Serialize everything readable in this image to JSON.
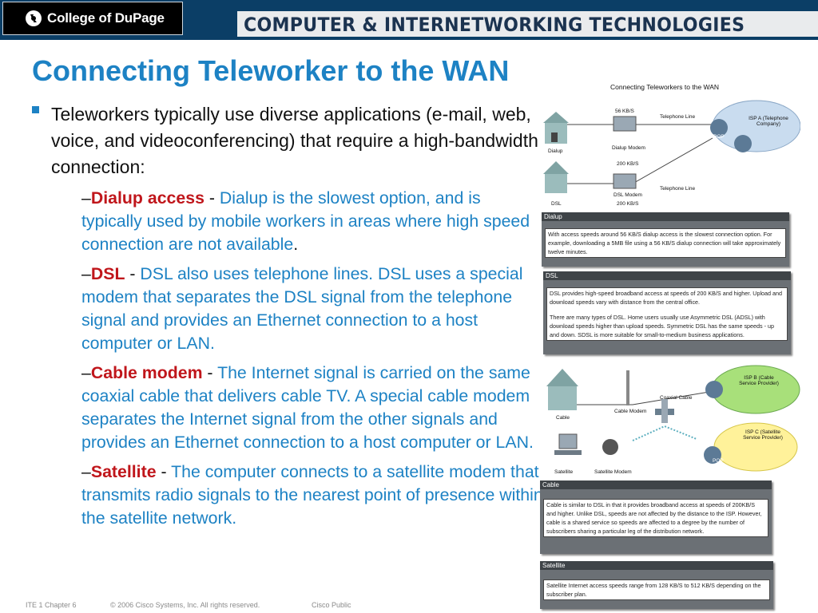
{
  "header": {
    "logo_text": "College of DuPage",
    "banner_text": "COMPUTER & INTERNETWORKING TECHNOLOGIES"
  },
  "slide": {
    "title": "Connecting Teleworker to the WAN",
    "lead": "Teleworkers typically use diverse applications (e-mail, web, voice, and videoconferencing) that require a high-bandwidth connection:",
    "items": [
      {
        "term": "Dialup access",
        "sep": " - ",
        "text": "Dialup is the slowest option, and is typically used by mobile workers in areas where high speed connection are not available",
        "end": "."
      },
      {
        "term": "DSL",
        "sep": " - ",
        "text": "DSL also uses telephone lines. DSL uses a special modem that separates the DSL signal from the telephone signal and provides an Ethernet connection to a host computer or LAN.",
        "end": ""
      },
      {
        "term": "Cable modem",
        "sep": " - ",
        "text": "The Internet signal is carried on the same coaxial cable that delivers cable TV. A special cable modem separates the Internet signal from the other signals and provides an Ethernet connection to a host computer or LAN.",
        "end": ""
      },
      {
        "term": "Satellite",
        "sep": " - ",
        "text": "The computer connects to a satellite modem that transmits radio signals to the nearest point of presence within the satellite network.",
        "end": ""
      }
    ]
  },
  "figure": {
    "caption": "Connecting Teleworkers to the WAN",
    "top_labels": {
      "speed_56": "56 KB/S",
      "telephone_line_1": "Telephone Line",
      "isp_a": "ISP A (Telephone Company)",
      "pop": "POP",
      "dialup": "Dialup",
      "dialup_modem": "Dialup Modem",
      "speed_200": "200 KB/S",
      "dsl": "DSL",
      "dsl_modem": "DSL Modem",
      "dsl_speed": "200 KB/S",
      "telephone_line_2": "Telephone Line"
    },
    "bottom_labels": {
      "isp_b": "ISP B (Cable Service Provider)",
      "coaxial": "Coaxial Cable",
      "cable": "Cable",
      "cable_modem": "Cable Modem",
      "isp_c": "ISP C (Satellite Service Provider)",
      "satellite": "Satellite",
      "satellite_modem": "Satellite Modem",
      "pop": "POP"
    },
    "panels": {
      "dialup": {
        "title": "Dialup",
        "text": "With access speeds around 56 KB/S dialup access is the slowest connection option. For example, downloading a 5MB file using a 56 KB/S dialup connection will take approximately twelve minutes."
      },
      "dsl": {
        "title": "DSL",
        "text1": "DSL provides high-speed broadband access at speeds of 200 KB/S and higher. Upload and download speeds vary with distance from the central office.",
        "text2": "There are many types of DSL. Home users usually use Asymmetric DSL (ADSL) with download speeds higher than upload speeds. Symmetric DSL has the same speeds - up and down. SDSL is more suitable for small-to-medium business applications."
      },
      "cable": {
        "title": "Cable",
        "text": "Cable is similar to DSL in that it provides broadband access at speeds of 200KB/S and higher. Unlike DSL, speeds are not affected by the distance to the ISP. However, cable is a shared service so speeds are affected to a degree by the number of subscribers sharing a particular leg of the distribution network."
      },
      "satellite": {
        "title": "Satellite",
        "text": "Satellite Internet access speeds range from 128 KB/S to 512 KB/S depending on the subscriber plan."
      }
    }
  },
  "footer": {
    "chapter": "ITE 1 Chapter 6",
    "copyright": "© 2006 Cisco Systems, Inc. All rights reserved.",
    "classification": "Cisco Public"
  },
  "colors": {
    "header_bg": "#0b3e66",
    "title": "#1d82c4",
    "term": "#c0161b",
    "body_text": "#111111"
  }
}
